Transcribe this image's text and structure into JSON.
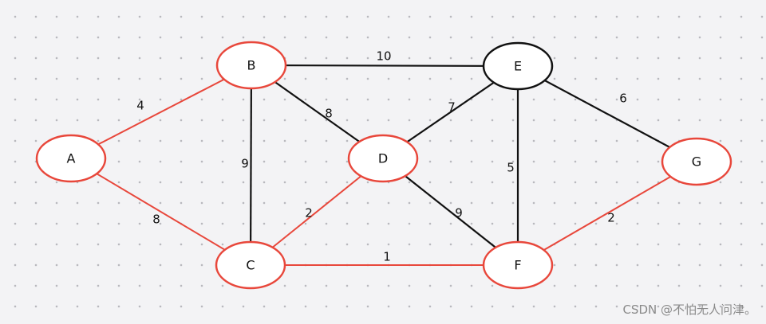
{
  "colors": {
    "highlight": "#e8473b",
    "normal": "#111111",
    "node_fill": "#ffffff"
  },
  "graph": {
    "nodes": [
      {
        "id": "A",
        "highlight": true
      },
      {
        "id": "B",
        "highlight": true
      },
      {
        "id": "C",
        "highlight": true
      },
      {
        "id": "D",
        "highlight": true
      },
      {
        "id": "E",
        "highlight": false
      },
      {
        "id": "F",
        "highlight": true
      },
      {
        "id": "G",
        "highlight": true
      }
    ],
    "edges": [
      {
        "from": "A",
        "to": "B",
        "weight": "4",
        "highlight": true
      },
      {
        "from": "A",
        "to": "C",
        "weight": "8",
        "highlight": true
      },
      {
        "from": "B",
        "to": "E",
        "weight": "10",
        "highlight": false
      },
      {
        "from": "B",
        "to": "D",
        "weight": "8",
        "highlight": false
      },
      {
        "from": "B",
        "to": "C",
        "weight": "9",
        "highlight": false
      },
      {
        "from": "C",
        "to": "D",
        "weight": "2",
        "highlight": true
      },
      {
        "from": "C",
        "to": "F",
        "weight": "1",
        "highlight": true
      },
      {
        "from": "D",
        "to": "E",
        "weight": "7",
        "highlight": false
      },
      {
        "from": "D",
        "to": "F",
        "weight": "9",
        "highlight": false
      },
      {
        "from": "E",
        "to": "F",
        "weight": "5",
        "highlight": false
      },
      {
        "from": "E",
        "to": "G",
        "weight": "6",
        "highlight": false
      },
      {
        "from": "G",
        "to": "F",
        "weight": "2",
        "highlight": true
      }
    ]
  },
  "watermark": "CSDN @不怕无人问津。"
}
